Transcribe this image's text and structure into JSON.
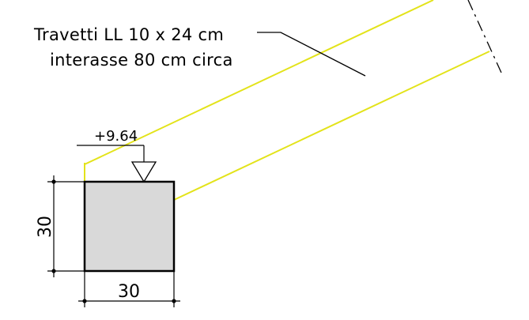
{
  "annotation": {
    "line1": "Travetti LL 10 x 24 cm",
    "line2": "interasse 80 cm circa"
  },
  "elevation": {
    "label": "+9.64"
  },
  "dimensions": {
    "height": "30",
    "width": "30"
  },
  "colors": {
    "beam_outline": "#e3e31a",
    "section_fill": "#d9d9d9",
    "ink": "#000000"
  }
}
